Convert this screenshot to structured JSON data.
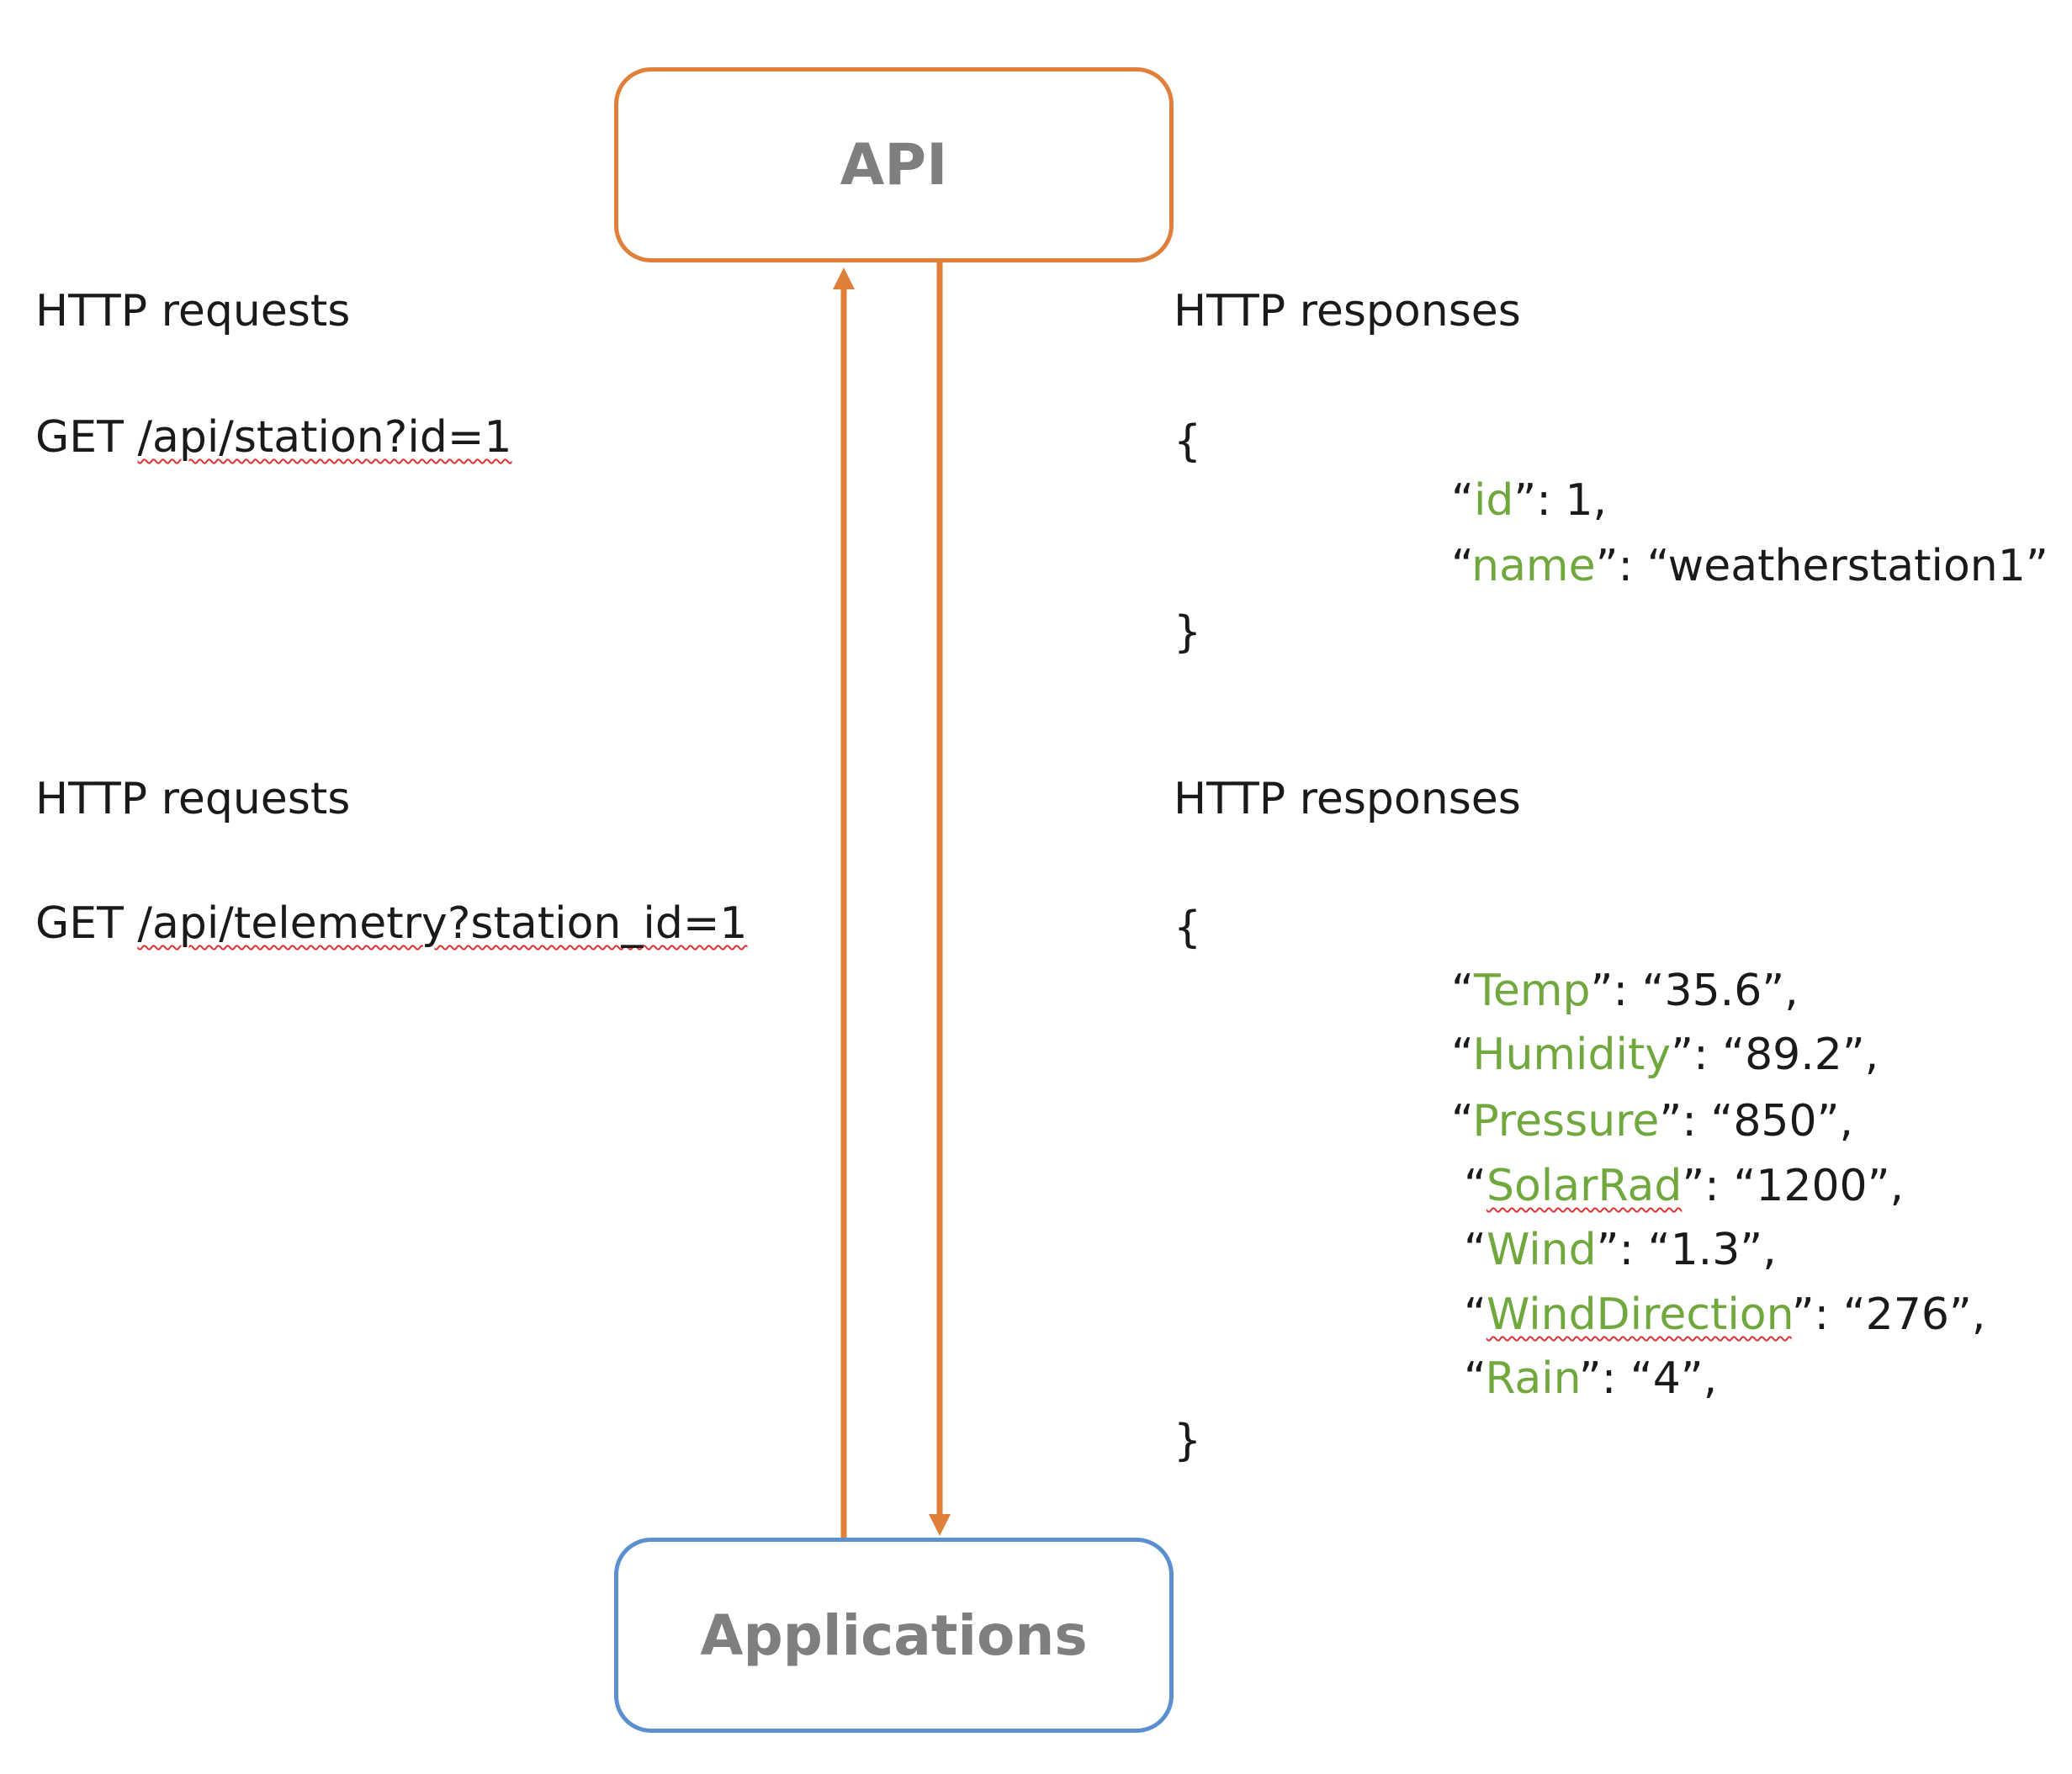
{
  "api_label": "API",
  "apps_label": "Applications",
  "request1": {
    "heading": "HTTP requests",
    "method": "GET",
    "path": "/api/station?id=1"
  },
  "response1": {
    "heading": "HTTP responses",
    "open": "{",
    "close": "}",
    "lines": [
      {
        "key": "id",
        "sep": ": ",
        "value": "1,"
      },
      {
        "key": "name",
        "sep": ": ",
        "value": "“weatherstation1”"
      }
    ]
  },
  "request2": {
    "heading": "HTTP requests",
    "method": "GET",
    "path": "/api/telemetry?station_id=1"
  },
  "response2": {
    "heading": "HTTP responses",
    "open": "{",
    "close": "}",
    "lines": [
      {
        "key": "Temp",
        "sep": ":  ",
        "value": "“35.6”,"
      },
      {
        "key": "Humidity",
        "sep": ":  ",
        "value": "“89.2”,"
      },
      {
        "key": "Pressure",
        "sep": ":  ",
        "value": "“850”,"
      },
      {
        "key": "SolarRad",
        "sep": ":  ",
        "value": "“1200”,"
      },
      {
        "key": "Wind",
        "sep": ":  ",
        "value": "“1.3”,"
      },
      {
        "key": "WindDirection",
        "sep": ":  ",
        "value": "“276”,"
      },
      {
        "key": "Rain",
        "sep": ":  ",
        "value": "“4”,"
      }
    ]
  },
  "colors": {
    "api_border": "#E07F3A",
    "apps_border": "#5B8FD0",
    "arrow": "#E07F3A",
    "json_key": "#70A83D"
  }
}
